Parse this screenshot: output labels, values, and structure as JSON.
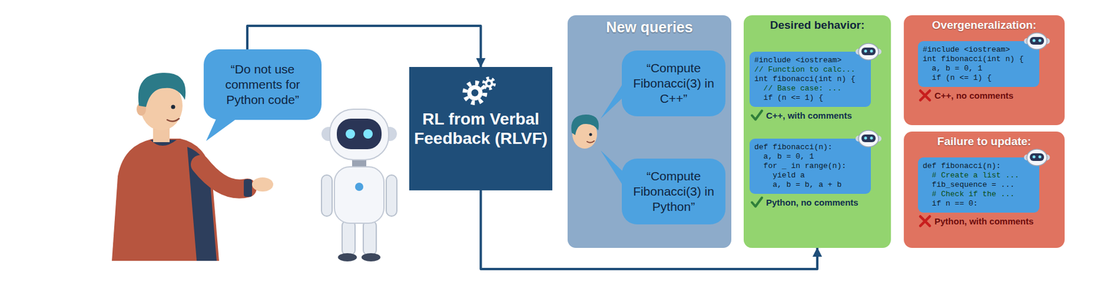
{
  "diagram": {
    "nodes": [
      {
        "text": [
          "“Do not use comments for Python code”"
        ]
      },
      {
        "text": [
          "RL from Verbal Feedback (RLVF)"
        ]
      },
      {
        "text": [
          "New queries"
        ]
      },
      {
        "text": [
          "“Compute Fibonacci(3) in C++”"
        ],
        "in": 2
      },
      {
        "text": [
          "“Compute Fibonacci(3) in Python”"
        ],
        "in": 2
      },
      {
        "text": [
          "Desired behavior:"
        ]
      },
      {
        "text": [
          "#include <iostream>",
          "// Function to calc...",
          "int fibonacci(int n) {",
          "// Base case: ...",
          "if (n <= 1) {",
          "C++, with comments"
        ],
        "in": 5
      },
      {
        "text": [
          "def fibonacci(n):",
          "a, b = 0, 1",
          "for _ in range(n):",
          "yield a",
          "a, b = b, a + b",
          "Python, no comments"
        ],
        "in": 5
      },
      {
        "text": [
          "Overgeneralization:"
        ]
      },
      {
        "text": [
          "#include <iostream>",
          "int fibonacci(int n) {",
          "a, b = 0, 1",
          "if (n <= 1) {",
          "C++, no comments"
        ],
        "in": 8
      },
      {
        "text": [
          "Failure to update:"
        ]
      },
      {
        "text": [
          "def fibonacci(n):",
          "# Create a list ...",
          "fib_sequence = ...",
          "# Check if the ...",
          "if n == 0:",
          "Python, with comments"
        ],
        "in": 10
      }
    ],
    "edges": [
      {
        "from": 0,
        "to": 1,
        "arrow": "to"
      },
      {
        "from": 1,
        "to": 5,
        "arrow": "to"
      }
    ]
  }
}
